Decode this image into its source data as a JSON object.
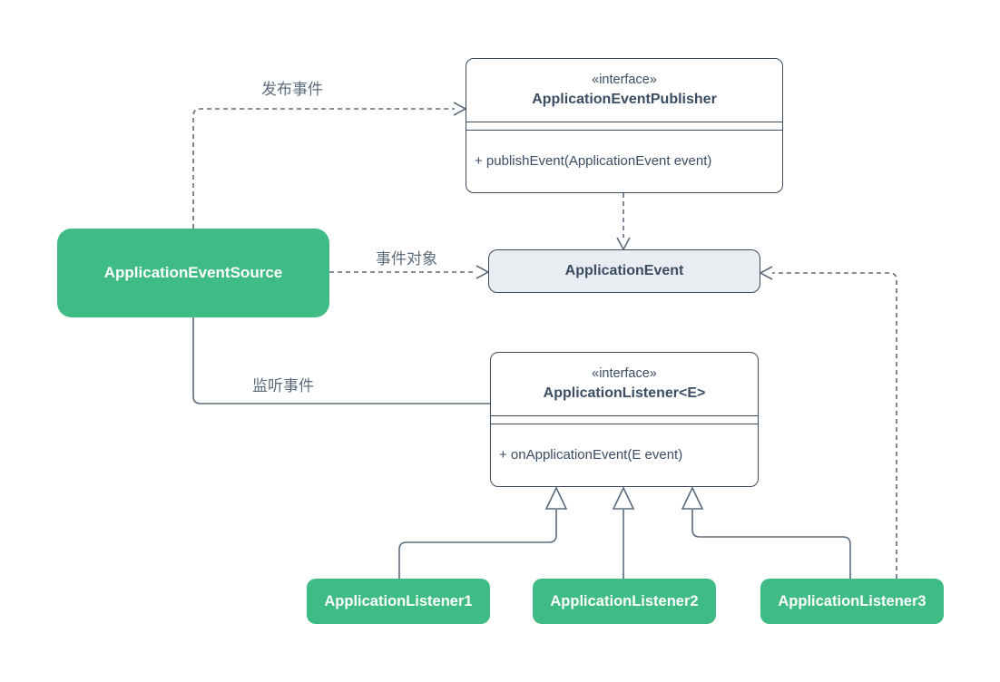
{
  "colors": {
    "green": "#3fbb85",
    "box_border": "#3c4a5d",
    "box_text": "#3b4d63",
    "connector": "#5b6b7c",
    "event_fill": "#e9edf2",
    "edge_label": "#5d6c7c",
    "canvas_background": "#ffffff"
  },
  "diagram": {
    "publisher": {
      "stereotype": "«interface»",
      "name": "ApplicationEventPublisher",
      "method": "+ publishEvent(ApplicationEvent event)"
    },
    "source": {
      "name": "ApplicationEventSource"
    },
    "event": {
      "name": "ApplicationEvent"
    },
    "listener": {
      "stereotype": "«interface»",
      "name": "ApplicationListener<E>",
      "method": "+ onApplicationEvent(E event)"
    },
    "listeners": [
      {
        "name": "ApplicationListener1"
      },
      {
        "name": "ApplicationListener2"
      },
      {
        "name": "ApplicationListener3"
      }
    ],
    "edge_labels": {
      "publish": "发布事件",
      "event_object": "事件对象",
      "listen": "监听事件"
    }
  }
}
